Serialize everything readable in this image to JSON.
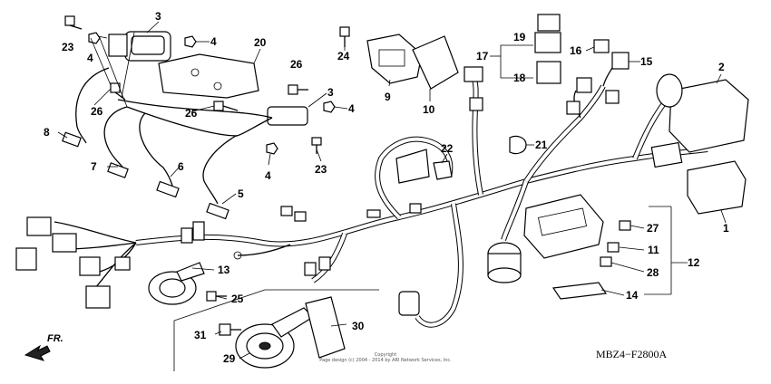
{
  "diagram": {
    "code": "MBZ4−F2800A",
    "copyright_line1": "Copyright",
    "copyright_line2": "Page design (c) 2004 - 2014 by ARI Network Services, Inc.",
    "direction_label": "FR."
  },
  "callouts": [
    {
      "id": "c1",
      "label": "1"
    },
    {
      "id": "c2",
      "label": "2"
    },
    {
      "id": "c3a",
      "label": "3"
    },
    {
      "id": "c3b",
      "label": "3"
    },
    {
      "id": "c4a",
      "label": "4"
    },
    {
      "id": "c4b",
      "label": "4"
    },
    {
      "id": "c4c",
      "label": "4"
    },
    {
      "id": "c4d",
      "label": "4"
    },
    {
      "id": "c5",
      "label": "5"
    },
    {
      "id": "c6",
      "label": "6"
    },
    {
      "id": "c7",
      "label": "7"
    },
    {
      "id": "c8",
      "label": "8"
    },
    {
      "id": "c9",
      "label": "9"
    },
    {
      "id": "c10",
      "label": "10"
    },
    {
      "id": "c11",
      "label": "11"
    },
    {
      "id": "c12",
      "label": "12"
    },
    {
      "id": "c13",
      "label": "13"
    },
    {
      "id": "c14",
      "label": "14"
    },
    {
      "id": "c15",
      "label": "15"
    },
    {
      "id": "c16",
      "label": "16"
    },
    {
      "id": "c17",
      "label": "17"
    },
    {
      "id": "c18",
      "label": "18"
    },
    {
      "id": "c19",
      "label": "19"
    },
    {
      "id": "c20",
      "label": "20"
    },
    {
      "id": "c21",
      "label": "21"
    },
    {
      "id": "c22",
      "label": "22"
    },
    {
      "id": "c23a",
      "label": "23"
    },
    {
      "id": "c23b",
      "label": "23"
    },
    {
      "id": "c24",
      "label": "24"
    },
    {
      "id": "c25",
      "label": "25"
    },
    {
      "id": "c26a",
      "label": "26"
    },
    {
      "id": "c26b",
      "label": "26"
    },
    {
      "id": "c26c",
      "label": "26"
    },
    {
      "id": "c27",
      "label": "27"
    },
    {
      "id": "c28",
      "label": "28"
    },
    {
      "id": "c29",
      "label": "29"
    },
    {
      "id": "c30",
      "label": "30"
    },
    {
      "id": "c31",
      "label": "31"
    }
  ]
}
